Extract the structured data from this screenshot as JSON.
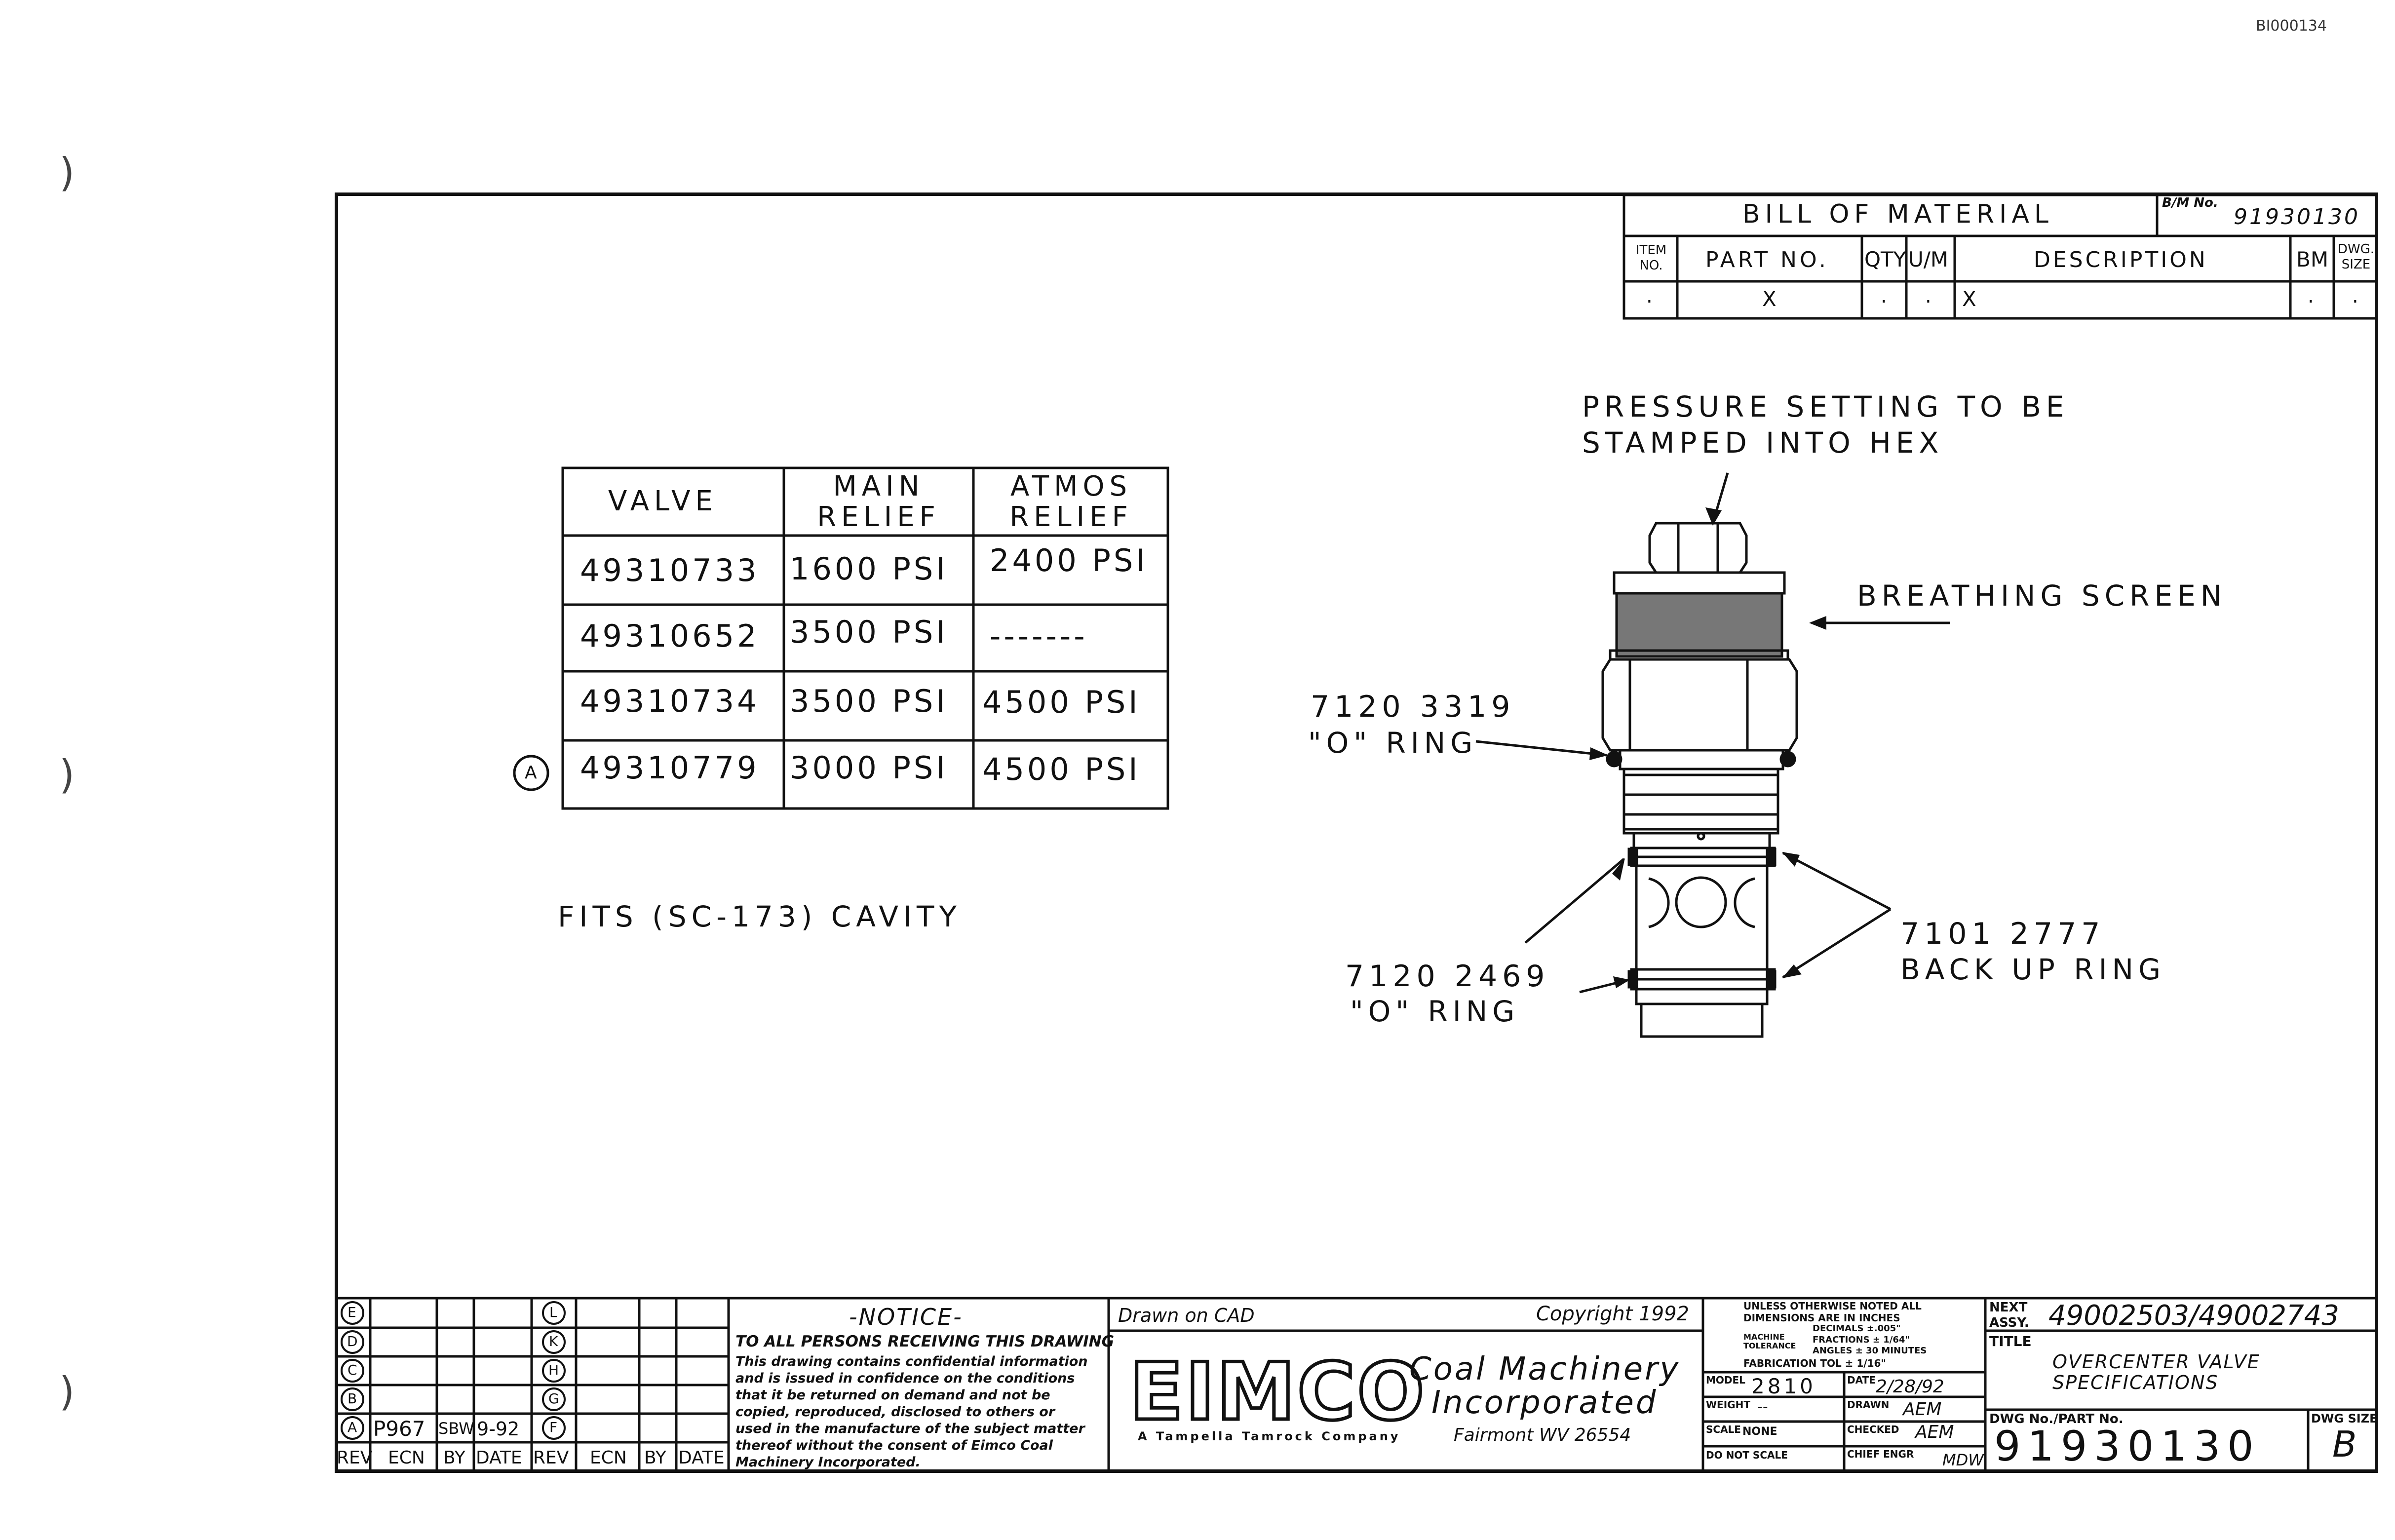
{
  "doc_id": "BI000134",
  "bom": {
    "title": "BILL OF MATERIAL",
    "bm_no_label": "B/M No.",
    "bm_no": "91930130",
    "headers": {
      "item_no": "ITEM NO.",
      "part_no": "PART NO.",
      "qty": "QTY",
      "um": "U/M",
      "description": "DESCRIPTION",
      "bm": "BM",
      "dwg_size": "DWG. SIZE"
    },
    "row": {
      "item_no": ".",
      "part_no": "X",
      "qty": ".",
      "um": ".",
      "description": "X",
      "bm": ".",
      "dwg_size": "."
    }
  },
  "valve_table": {
    "headers": {
      "valve": "VALVE",
      "main": "MAIN RELIEF",
      "atmos": "ATMOS RELIEF"
    },
    "rows": [
      {
        "valve": "49310733",
        "main": "1600 PSI",
        "atmos": "2400 PSI",
        "rev": ""
      },
      {
        "valve": "49310652",
        "main": "3500 PSI",
        "atmos": "-------",
        "rev": ""
      },
      {
        "valve": "49310734",
        "main": "3500 PSI",
        "atmos": "4500 PSI",
        "rev": ""
      },
      {
        "valve": "49310779",
        "main": "3000 PSI",
        "atmos": "4500 PSI",
        "rev": "A"
      }
    ]
  },
  "cavity_note": "FITS (SC-173) CAVITY",
  "callouts": {
    "pressure_line1": "PRESSURE SETTING TO BE",
    "pressure_line2": "STAMPED INTO HEX",
    "breathing": "BREATHING SCREEN",
    "oring1_num": "7120 3319",
    "oring1_label": "\"O\" RING",
    "oring2_num": "7120 2469",
    "oring2_label": "\"O\" RING",
    "backup_num": "7101 2777",
    "backup_label": "BACK UP RING"
  },
  "revisions": {
    "left_letters": [
      "E",
      "D",
      "C",
      "B",
      "A"
    ],
    "right_letters": [
      "L",
      "K",
      "H",
      "G",
      "F"
    ],
    "row_a": {
      "ecn": "P967",
      "by": "SBW",
      "date": "9-92"
    },
    "headers": {
      "rev": "REV",
      "ecn": "ECN",
      "by": "BY",
      "date": "DATE"
    }
  },
  "notice": {
    "title": "-NOTICE-",
    "lead": "TO ALL PERSONS RECEIVING THIS DRAWING",
    "lines": [
      "This drawing contains confidential information",
      "and is issued in confidence on the conditions",
      "that it be returned on demand and not be",
      "copied, reproduced, disclosed to others or",
      "used in the manufacture of the subject matter",
      "thereof without the consent of Eimco Coal",
      "Machinery Incorporated."
    ]
  },
  "company": {
    "drawn_on": "Drawn on CAD",
    "copyright": "Copyright 1992",
    "logo": "EIMCO",
    "name1": "Coal Machinery",
    "name2": "Incorporated",
    "tagline": "A Tampella Tamrock Company",
    "location": "Fairmont WV 26554"
  },
  "tolerance": {
    "l1": "UNLESS OTHERWISE NOTED ALL",
    "l2": "DIMENSIONS ARE IN INCHES",
    "l3": "DECIMALS ±.005\"",
    "l4": "MACHINE TOLERANCE",
    "l5": "FRACTIONS ± 1/64\"",
    "l6": "ANGLES ± 30 MINUTES",
    "l7": "FABRICATION TOL ± 1/16\""
  },
  "title_block": {
    "model_label": "MODEL",
    "model": "2810",
    "date_label": "DATE",
    "date": "2/28/92",
    "weight_label": "WEIGHT",
    "weight": "--",
    "drawn_label": "DRAWN",
    "drawn": "AEM",
    "scale_label": "SCALE",
    "scale": "NONE",
    "checked_label": "CHECKED",
    "checked": "AEM",
    "do_not_scale": "DO NOT SCALE",
    "chief_label": "CHIEF ENGR",
    "chief": "MDW",
    "next_label": "NEXT ASSY.",
    "next": "49002503/49002743",
    "title_label": "TITLE",
    "title1": "OVERCENTER VALVE",
    "title2": "SPECIFICATIONS",
    "dwg_label": "DWG No./PART No.",
    "dwg": "91930130",
    "size_label": "DWG SIZE",
    "size": "B"
  }
}
